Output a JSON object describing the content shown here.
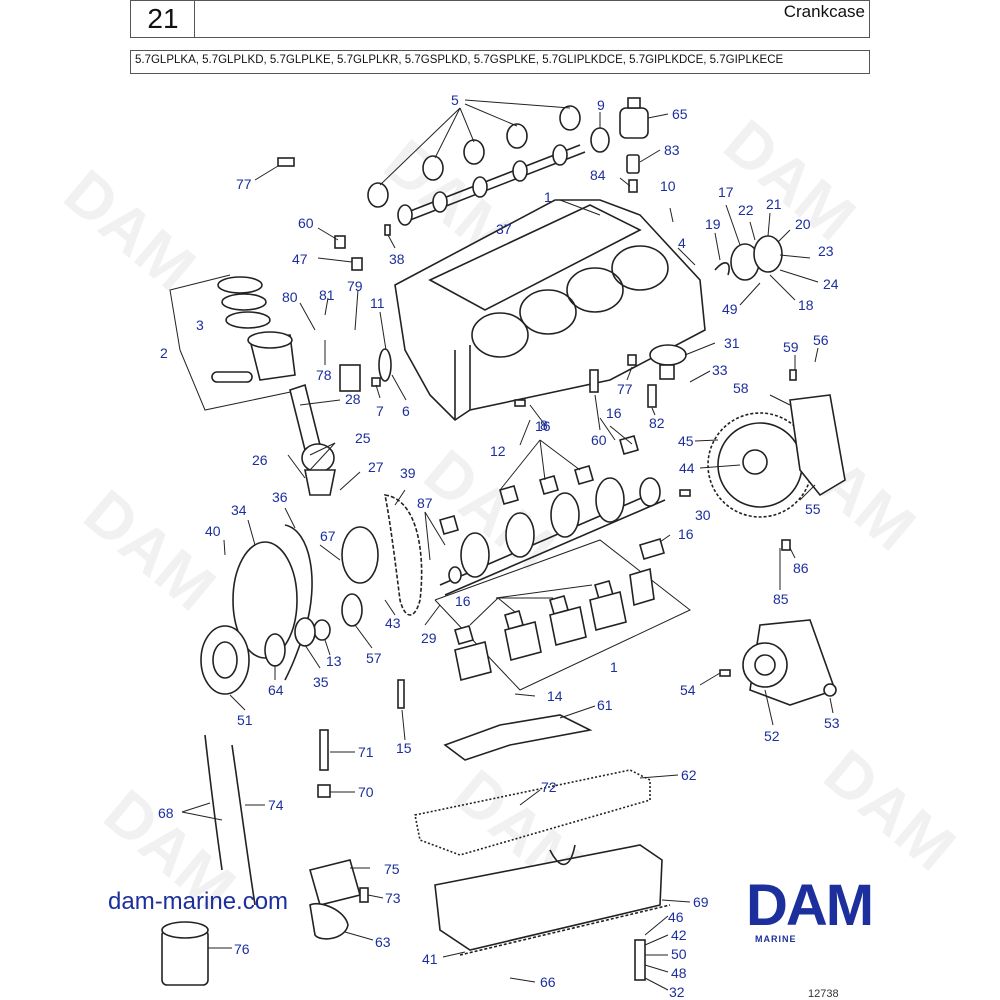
{
  "header": {
    "page_number": "21",
    "title": "Crankcase",
    "models": "5.7GLPLKA, 5.7GLPLKD, 5.7GLPLKE, 5.7GLPLKR, 5.7GSPLKD, 5.7GSPLKE, 5.7GLIPLKDCE, 5.7GIPLKDCE, 5.7GIPLKECE"
  },
  "watermark_text": "DAM",
  "website": "dam-marine.com",
  "logo": {
    "name": "DAM",
    "subtitle": "MARINE",
    "color": "#1c2f9c"
  },
  "reference_number": "12738",
  "callout_color": "#1c2f9c",
  "callouts": [
    "1",
    "1",
    "2",
    "3",
    "4",
    "5",
    "6",
    "7",
    "8",
    "9",
    "10",
    "11",
    "12",
    "13",
    "14",
    "15",
    "16",
    "16",
    "16",
    "16",
    "16",
    "17",
    "18",
    "19",
    "20",
    "21",
    "22",
    "23",
    "24",
    "25",
    "26",
    "27",
    "28",
    "29",
    "30",
    "31",
    "32",
    "33",
    "34",
    "35",
    "36",
    "37",
    "38",
    "39",
    "40",
    "41",
    "42",
    "43",
    "44",
    "45",
    "46",
    "47",
    "48",
    "49",
    "50",
    "51",
    "52",
    "53",
    "54",
    "55",
    "56",
    "57",
    "58",
    "59",
    "60",
    "60",
    "61",
    "62",
    "63",
    "64",
    "65",
    "66",
    "67",
    "68",
    "69",
    "70",
    "71",
    "72",
    "73",
    "74",
    "75",
    "76",
    "77",
    "77",
    "78",
    "79",
    "80",
    "81",
    "82",
    "83",
    "84",
    "85",
    "86",
    "87"
  ]
}
